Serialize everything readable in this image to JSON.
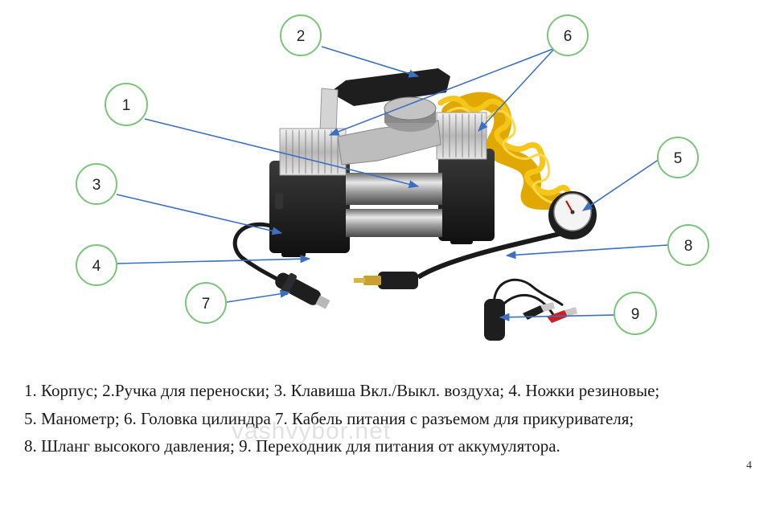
{
  "callouts": [
    {
      "id": "1",
      "label": "1"
    },
    {
      "id": "2",
      "label": "2"
    },
    {
      "id": "3",
      "label": "3"
    },
    {
      "id": "4",
      "label": "4"
    },
    {
      "id": "5",
      "label": "5"
    },
    {
      "id": "6",
      "label": "6"
    },
    {
      "id": "7",
      "label": "7"
    },
    {
      "id": "8",
      "label": "8"
    },
    {
      "id": "9",
      "label": "9"
    }
  ],
  "caption": {
    "line1": "1. Корпус; 2.Ручка для переноски; 3. Клавиша Вкл./Выкл. воздуха; 4. Ножки резиновые;",
    "line2": "5. Манометр;  6. Головка цилиндра 7. Кабель питания с разъемом для прикуривателя;",
    "line3": "8. Шланг высокого давления; 9. Переходник для питания от аккумулятора."
  },
  "watermark": "vashvybor.net",
  "corner_mark": "4",
  "colors": {
    "callout_circle_stroke": "#7cc47a",
    "arrow": "#3d6fbf",
    "hose_yellow": "#f5c518",
    "body_black": "#1e1e1e",
    "metal": "#c9c9c9"
  }
}
